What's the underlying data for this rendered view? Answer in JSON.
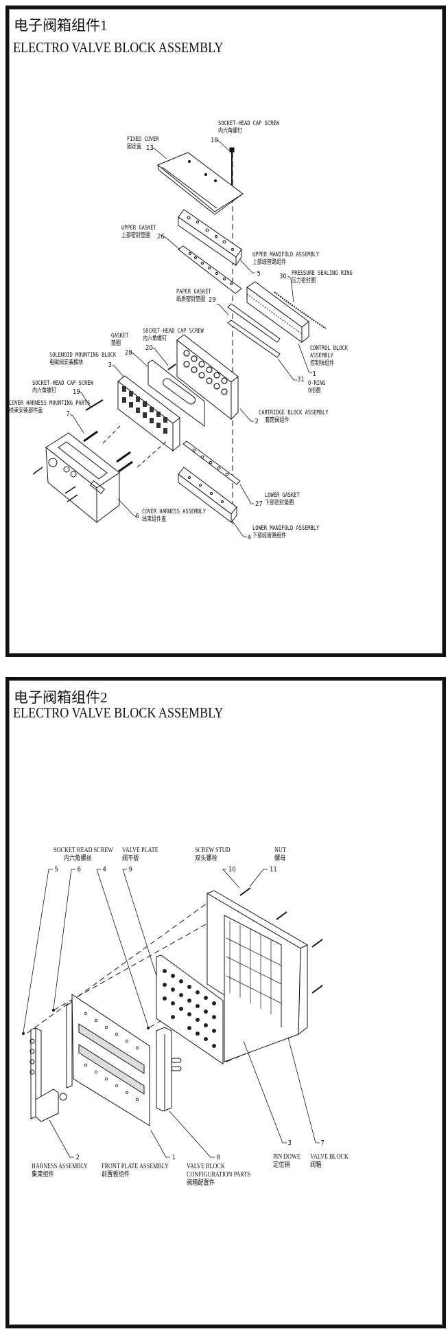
{
  "panel1": {
    "title_cn": "电子阀箱组件1",
    "title_en": "ELECTRO VALVE BLOCK ASSEMBLY",
    "parts": [
      {
        "num": "18",
        "en": "SOCKET-HEAD CAP SCREW",
        "cn": "内六角螺钉"
      },
      {
        "num": "13",
        "en": "FIXED COVER",
        "cn": "固定盖"
      },
      {
        "num": "26",
        "en": "UPPER GASKET",
        "cn": "上部密封垫圈"
      },
      {
        "num": "5",
        "en": "UPPER MANIFOLD ASSEMBLY",
        "cn": "上部歧管路组件"
      },
      {
        "num": "30",
        "en": "PRESSURE SEALING RING",
        "cn": "压力密封圈"
      },
      {
        "num": "29",
        "en": "PAPER GASKET",
        "cn": "纸质密封垫圈"
      },
      {
        "num": "28",
        "en": "GASKET",
        "cn": "垫圈"
      },
      {
        "num": "20",
        "en": "SOCKET-HEAD CAP SCREW",
        "cn": "内六角螺钉"
      },
      {
        "num": "3",
        "en": "SOLENOID MOUNTING BLOCK",
        "cn": "电磁阀安装模块"
      },
      {
        "num": "19",
        "en": "SOCKET-HEAD CAP SCREW",
        "cn": "内六角螺钉"
      },
      {
        "num": "7",
        "en": "COVER HARNESS MOUNTING PARTS",
        "cn": "线束安装部件盖"
      },
      {
        "num": "1",
        "en": "CONTROL BLOCK ASSEMBLY",
        "cn": "控制块组件"
      },
      {
        "num": "31",
        "en": "O-RING",
        "cn": "O形圈"
      },
      {
        "num": "2",
        "en": "CARTRIDGE BLOCK ASSEMBLY",
        "cn": "套筒阀组件"
      },
      {
        "num": "27",
        "en": "LOWER GASKET",
        "cn": "下部密封垫圈"
      },
      {
        "num": "6",
        "en": "COVER HARNESS ASSEMBLY",
        "cn": "线束组件盖"
      },
      {
        "num": "4",
        "en": "LOWER MANIFOLD ASSEMBLY",
        "cn": "下部歧管路组件"
      }
    ]
  },
  "panel2": {
    "title_cn": "电子阀箱组件2",
    "title_en": "ELECTRO VALVE BLOCK ASSEMBLY",
    "top_labels": [
      {
        "en": "SOCKET HEAD SCREW",
        "cn": "内六角螺丝"
      },
      {
        "en": "VALVE PLATE",
        "cn": "阀平板"
      },
      {
        "en": "SCREW STUD",
        "cn": "双头螺栓"
      },
      {
        "en": "NUT",
        "cn": "螺母"
      }
    ],
    "top_numbers": [
      "5",
      "6",
      "4",
      "9",
      "10",
      "11"
    ],
    "bottom_parts": [
      {
        "num": "2",
        "en": "HARNESS ASSEMBLY",
        "cn": "集束组件"
      },
      {
        "num": "1",
        "en": "FRONT PLATE ASSEMBLY",
        "cn": "前置板组件"
      },
      {
        "num": "8",
        "en": "VALVE BLOCK",
        "en2": "CONFIGURATION PARTS",
        "cn": "阀箱配置件"
      },
      {
        "num": "3",
        "en": "PIN DOWE",
        "cn": "定位销"
      },
      {
        "num": "7",
        "en": "VALVE BLOCK",
        "cn": "阀箱"
      }
    ]
  }
}
